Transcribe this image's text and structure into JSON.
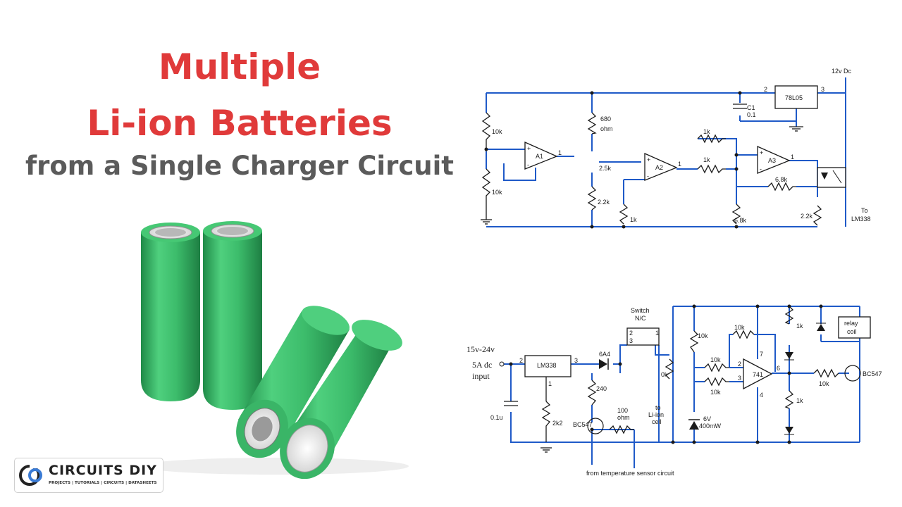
{
  "title": {
    "line1": "Multiple",
    "line2": "Li-ion Batteries",
    "line3": "from a Single Charger Circuit"
  },
  "colors": {
    "title_red": "#e03a3a",
    "title_gray": "#5b5b5b",
    "wire_blue": "#1f5ac8",
    "battery_green": "#3fc46e"
  },
  "top_circuit": {
    "supply": "12v Dc",
    "regulator": "78L05",
    "reg_pin_in": "2",
    "reg_pin_out": "3",
    "cap": "C1",
    "cap_value": "0.1",
    "r_top_left": "10k",
    "r_bottom_left": "10k",
    "r_680": "680",
    "r_680_unit": "ohm",
    "pot": "2.5k",
    "r_22k_mid": "2.2k",
    "r_1k_bottom": "1k",
    "r_1k_fb": "1k",
    "r_1k_in": "1k",
    "r_68k_fb": "6.8k",
    "r_68k_gnd": "6.8k",
    "r_22k_right": "2.2k",
    "opamp1": "A1",
    "opamp2": "A2",
    "opamp3": "A3",
    "pin_out": "1",
    "plus": "+",
    "minus": "-",
    "to_label": "To",
    "lm338_label": "LM338"
  },
  "bottom_circuit": {
    "input_v": "15v-24v",
    "input_a": "5A dc",
    "input_word": "input",
    "regulator": "LM338",
    "pin_in": "2",
    "pin_out": "3",
    "pin_adj": "1",
    "cap": "0.1u",
    "pot": "2k2",
    "transistor1": "BC547",
    "r_240": "240",
    "r_100": "100",
    "r_100_unit": "ohm",
    "diode": "6A4",
    "switch": "Switch",
    "switch_type": "N/C",
    "sw_pin2": "2",
    "sw_pin3": "3",
    "sw_pin1": "1",
    "pot2": "0k",
    "to": "to",
    "li_ion": "Li-ion",
    "cell": "cell",
    "r_10k_a": "10k",
    "r_10k_fb": "10k",
    "r_10k_b": "10k",
    "r_10k_c": "10k",
    "zener": "6V",
    "zener_power": "400mW",
    "opamp": "741",
    "op_pin2": "2",
    "op_pin3": "3",
    "op_pin7": "7",
    "op_pin4": "4",
    "op_pin6": "6",
    "r_1k_top": "1k",
    "r_1k_bottom": "1k",
    "r_10k_base": "10k",
    "transistor2": "BC547",
    "relay": "relay",
    "relay_coil": "coil",
    "from_sensor": "from temperature sensor circuit"
  },
  "logo": {
    "name": "CIRCUITS DIY",
    "tagline": "PROJECTS | TUTORIALS | CIRCUITS | DATASHEETS"
  }
}
